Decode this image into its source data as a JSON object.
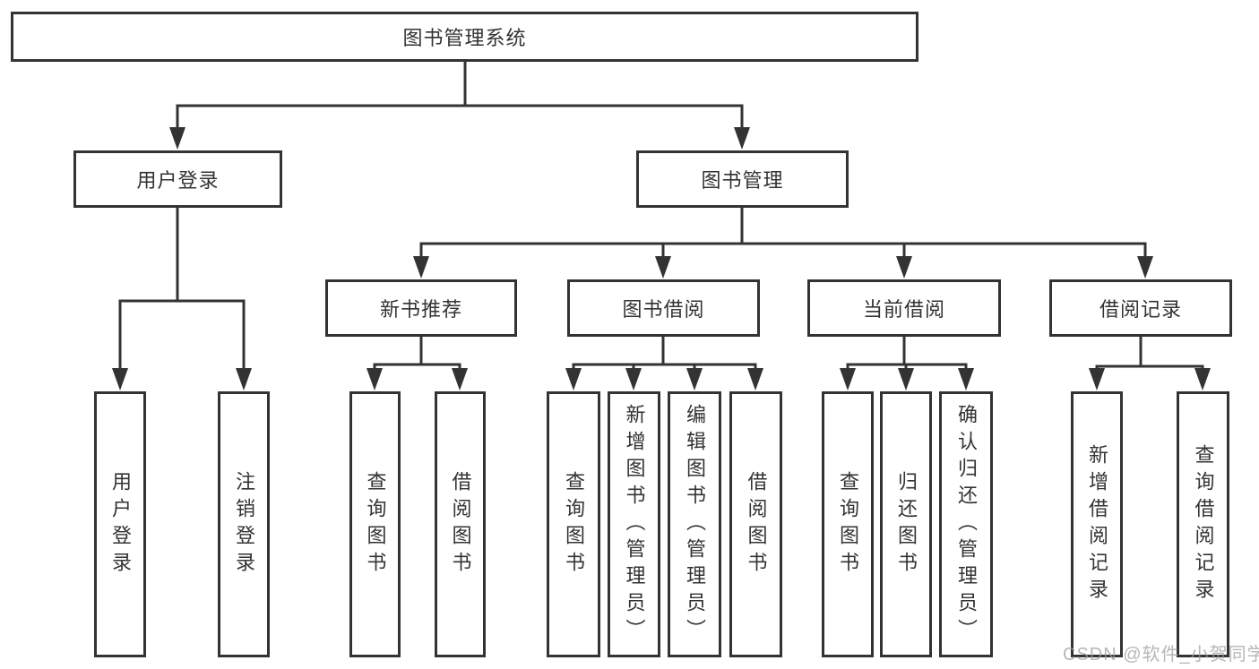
{
  "diagram_title": "图书管理系统",
  "tree": {
    "root": {
      "label": "图书管理系统"
    },
    "branches": [
      {
        "label": "用户登录",
        "leaves": [
          "用户登录",
          "注销登录"
        ]
      },
      {
        "label": "图书管理",
        "groups": [
          {
            "label": "新书推荐",
            "leaves": [
              "查询图书",
              "借阅图书"
            ]
          },
          {
            "label": "图书借阅",
            "leaves": [
              "查询图书",
              "新增图书（管理员）",
              "编辑图书（管理员）",
              "借阅图书"
            ]
          },
          {
            "label": "当前借阅",
            "leaves": [
              "查询图书",
              "归还图书",
              "确认归还（管理员）"
            ]
          },
          {
            "label": "借阅记录",
            "leaves": [
              "新增借阅记录",
              "查询借阅记录"
            ]
          }
        ]
      }
    ]
  },
  "watermark": {
    "text": "CSDN @软件_小贺同学"
  },
  "colors": {
    "line": "#333333",
    "box_border": "#333333",
    "text": "#333333",
    "background": "#ffffff",
    "watermark": "#9e9e9e"
  }
}
